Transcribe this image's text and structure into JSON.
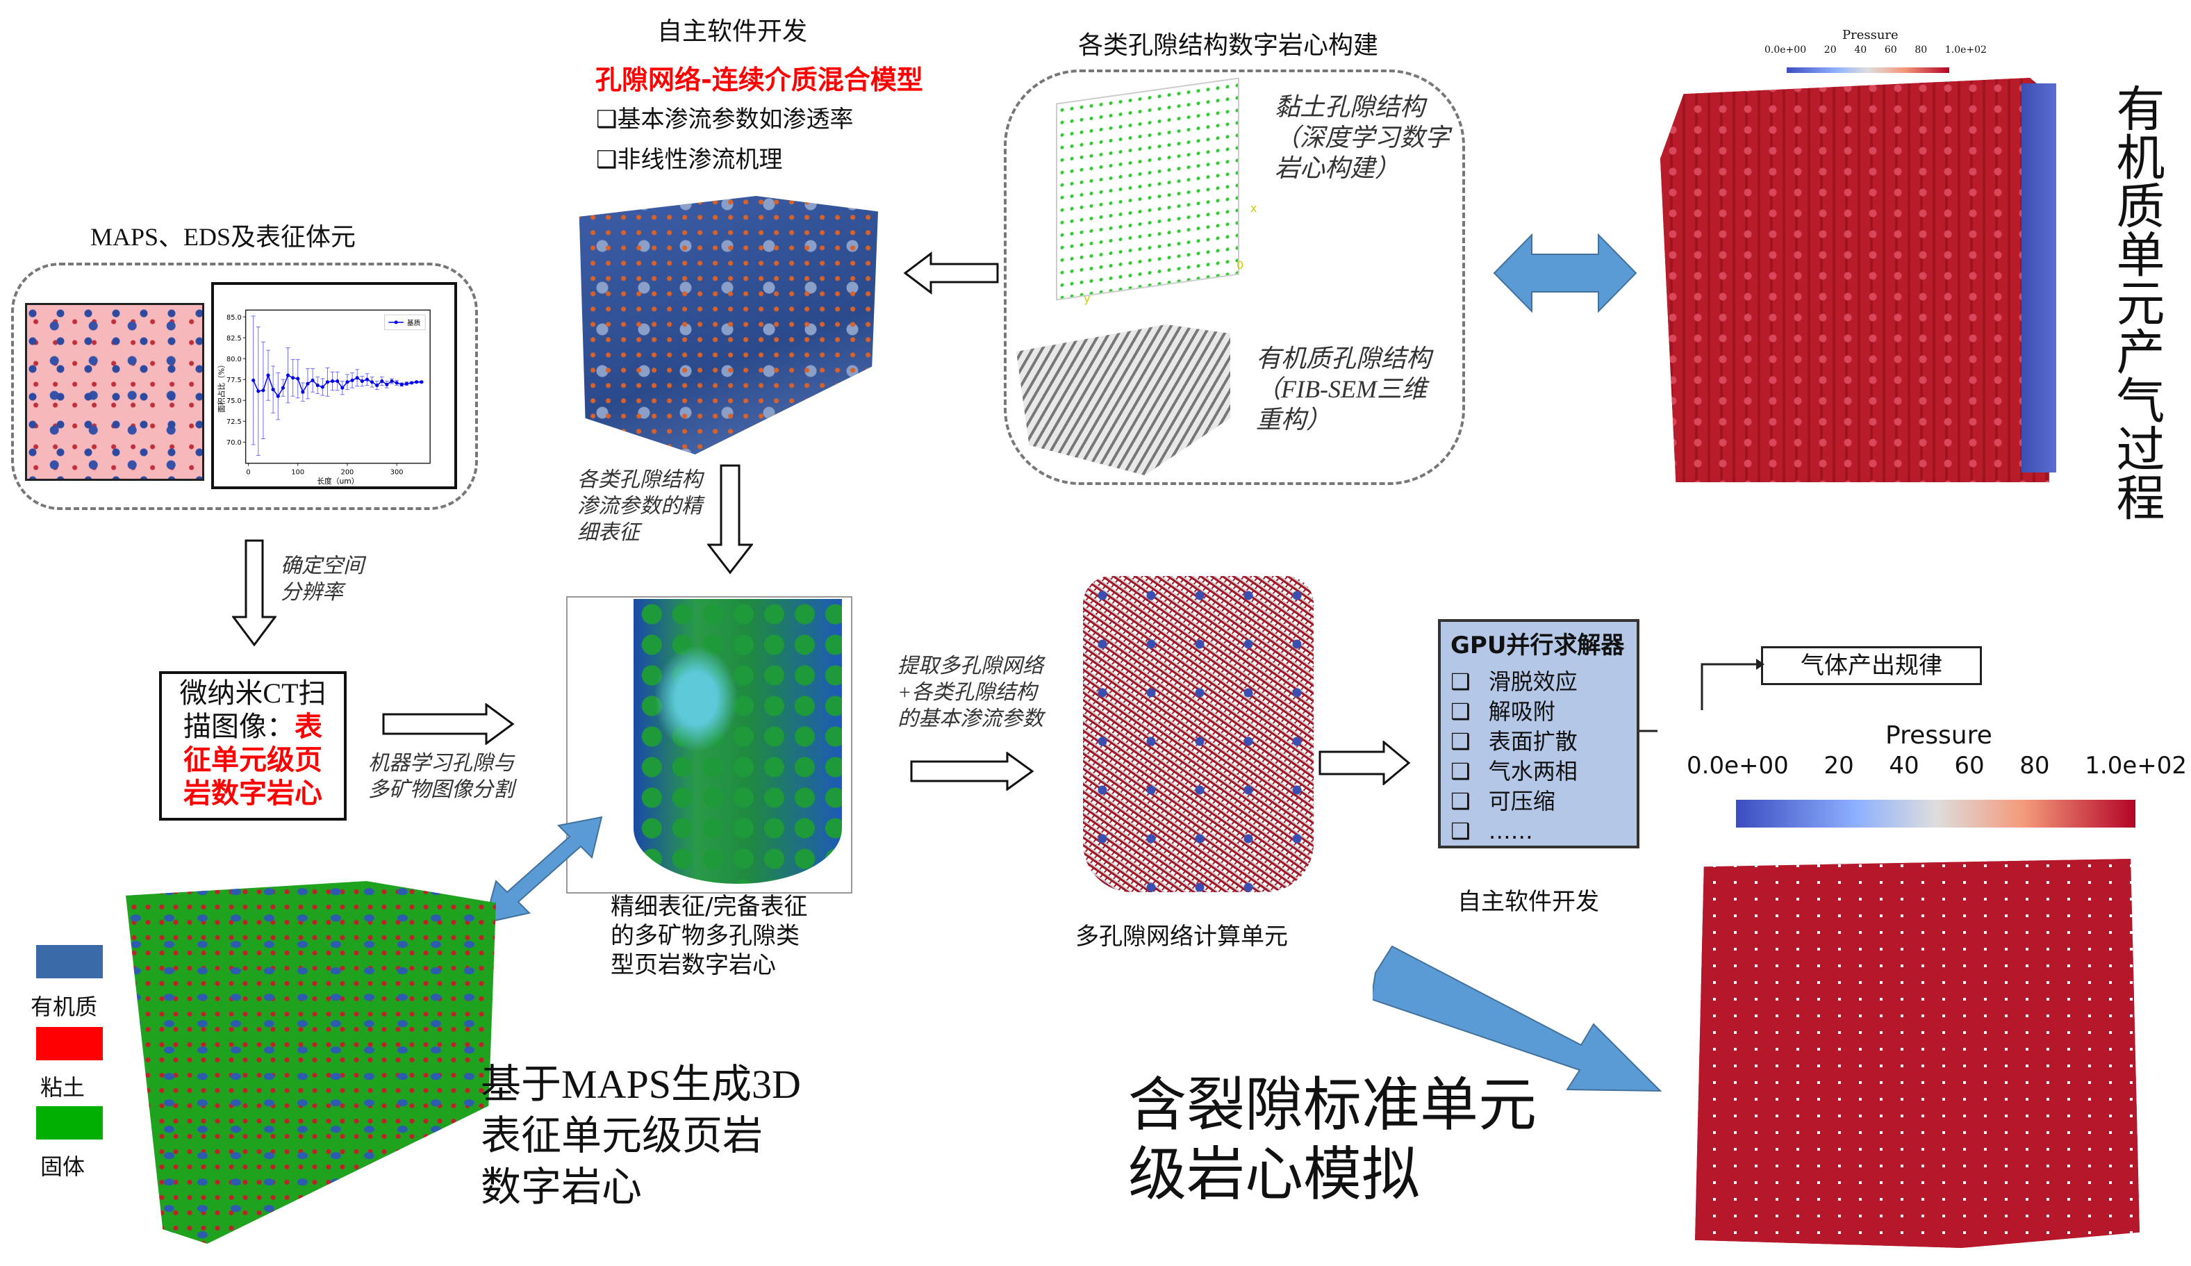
{
  "maps_section": {
    "title": "MAPS、EDS及表征体元",
    "resolution_label": [
      "确定空间",
      "分辨率"
    ]
  },
  "chart_data": {
    "type": "line",
    "title": "",
    "xlabel": "长度（um）",
    "ylabel": "面积占比（%）",
    "legend": [
      "基质"
    ],
    "legend_position": "top-right",
    "xlim": [
      0,
      360
    ],
    "ylim": [
      68,
      86
    ],
    "xticks": [
      "0",
      "100",
      "200",
      "300"
    ],
    "yticks": [
      "70.0",
      "72.5",
      "75.0",
      "77.5",
      "80.0",
      "82.5",
      "85.0"
    ],
    "series": [
      {
        "name": "基质",
        "x": [
          10,
          20,
          30,
          40,
          50,
          60,
          70,
          80,
          90,
          100,
          110,
          120,
          130,
          140,
          150,
          160,
          170,
          180,
          190,
          200,
          210,
          220,
          230,
          240,
          250,
          260,
          270,
          280,
          290,
          300,
          310,
          320,
          330,
          340,
          350
        ],
        "values": [
          77.4,
          76.1,
          76.2,
          78.0,
          76.3,
          75.5,
          76.5,
          78.0,
          77.7,
          77.6,
          76.0,
          77.0,
          77.4,
          76.8,
          76.6,
          77.2,
          77.3,
          77.3,
          76.5,
          77.2,
          77.4,
          77.7,
          77.3,
          77.5,
          77.2,
          76.8,
          77.3,
          76.9,
          77.3,
          77.1,
          76.9,
          77.0,
          77.1,
          77.2,
          77.2
        ],
        "error": [
          7.7,
          7.7,
          5.8,
          3.0,
          2.8,
          2.8,
          1.0,
          3.3,
          2.2,
          2.3,
          1.1,
          1.8,
          1.4,
          1.0,
          1.0,
          1.7,
          1.1,
          1.1,
          0.8,
          0.9,
          0.9,
          1.0,
          0.6,
          0.7,
          0.6,
          0.5,
          0.5,
          0.4,
          0.3,
          0.3,
          0.2,
          0.2,
          0.1,
          0.1,
          0.1
        ],
        "color": "#0000ee"
      }
    ]
  },
  "ct_box": {
    "black_text": [
      "微纳米CT扫",
      "描图像："
    ],
    "red_text": [
      "表",
      "征单元级页",
      "岩数字岩心"
    ]
  },
  "ml_label": [
    "机器学习孔隙与",
    "多矿物图像分割"
  ],
  "cylinder_caption": [
    "精细表征/完备表征",
    "的多矿物多孔隙类",
    "型页岩数字岩心"
  ],
  "legend": [
    {
      "label": "有机质",
      "color": "#3a6aa8"
    },
    {
      "label": "粘土",
      "color": "#ff0000"
    },
    {
      "label": "固体",
      "color": "#00b000"
    }
  ],
  "maps_3d_caption": [
    "基于MAPS生成3D",
    "表征单元级页岩",
    "数字岩心"
  ],
  "software": {
    "title": "自主软件开发",
    "model": "孔隙网络-连续介质混合模型",
    "bullets": [
      "基本渗流参数如渗透率",
      "非线性渗流机理"
    ],
    "bullet_glyph": "❑"
  },
  "fine_char_label": [
    "各类孔隙结构",
    "渗流参数的精",
    "细表征"
  ],
  "digital_core": {
    "title": "各类孔隙结构数字岩心构建",
    "clay": [
      "黏土孔隙结构",
      "（深度学习数字",
      "岩心构建）"
    ],
    "organic": [
      "有机质孔隙结构",
      "（FIB-SEM三维",
      "重构）"
    ],
    "axis_labels": [
      "x",
      "y",
      "0"
    ]
  },
  "pressure_top": {
    "title": "Pressure",
    "ticks": [
      "0.0e+00",
      "20",
      "40",
      "60",
      "80",
      "1.0e+02"
    ]
  },
  "organic_process_label": "有机质单元产气过程",
  "extract_label": [
    "提取多孔隙网络",
    "+各类孔隙结构",
    "的基本渗流参数"
  ],
  "network_caption": "多孔隙网络计算单元",
  "gpu": {
    "title": "GPU并行求解器",
    "items": [
      "滑脱效应",
      "解吸附",
      "表面扩散",
      "气水两相",
      "可压缩",
      "……"
    ],
    "fill": "#b4c7e7",
    "caption": "自主软件开发"
  },
  "gas_law": "气体产出规律",
  "pressure_bottom": {
    "title": "Pressure",
    "ticks": [
      "0.0e+00",
      "20",
      "40",
      "60",
      "80",
      "1.0e+02"
    ]
  },
  "fracture_caption": [
    "含裂隙标准单元",
    "级岩心模拟"
  ]
}
